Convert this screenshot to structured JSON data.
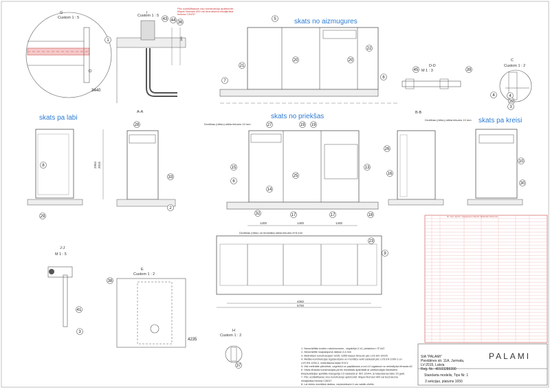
{
  "views": {
    "detail_g": {
      "title": "G",
      "scale": "Custom 1 : 5"
    },
    "detail_i": {
      "title": "I",
      "scale": "Custom 1 : 5",
      "note1": "Pēc uzstādīšanas visu konstrukciju aptebonēt.",
      "note2": "Mapei Nomset 400 vai bezrukuma emaljkrāsa",
      "note3": "betona C30/37"
    },
    "rear": "skats no aizmugures",
    "detail_dd": {
      "title": "D-D",
      "scale": "M 1 : 3"
    },
    "detail_c": {
      "title": "C",
      "scale": "Custom 1 : 2"
    },
    "right": "skats pa labi",
    "section_aa": "A-A",
    "front": "skats no priekšas",
    "front_note": "Drošības (rūtiņu) stikla tekures 10 mm",
    "section_bb": "B-B",
    "bb_note": "Drošības (rūtiņu) stikla tekures 10 mm",
    "left": "skats pa kreisi",
    "plan_note": "Drošības (rūtiņu un temināta) stikla tekures 8+8 mm",
    "detail_jj": {
      "title": "J-J",
      "scale": "M 1 : 5"
    },
    "detail_e": {
      "title": "E",
      "scale": "Custom 1 : 2"
    },
    "detail_h": {
      "title": "H",
      "scale": "Custom 1 : 2"
    }
  },
  "callouts": {
    "c3440": "3440",
    "c4235": "4235"
  },
  "balloons": [
    {
      "n": "1",
      "pos": "g-left"
    },
    {
      "n": "43",
      "pos": "i"
    },
    {
      "n": "44",
      "pos": "i"
    },
    {
      "n": "36",
      "pos": "i"
    },
    {
      "n": "5",
      "pos": "rear"
    },
    {
      "n": "22",
      "pos": "rear"
    },
    {
      "n": "21",
      "pos": "rear"
    },
    {
      "n": "20",
      "pos": "rear"
    },
    {
      "n": "20",
      "pos": "rear"
    },
    {
      "n": "7",
      "pos": "rear"
    },
    {
      "n": "6",
      "pos": "rear"
    },
    {
      "n": "45",
      "pos": "dd"
    },
    {
      "n": "39",
      "pos": "dd"
    },
    {
      "n": "4",
      "pos": "dd"
    },
    {
      "n": "4",
      "pos": "c"
    },
    {
      "n": "39",
      "pos": "c"
    },
    {
      "n": "3",
      "pos": "c"
    },
    {
      "n": "8",
      "pos": "right"
    },
    {
      "n": "29",
      "pos": "right"
    },
    {
      "n": "28",
      "pos": "aa"
    },
    {
      "n": "33",
      "pos": "aa"
    },
    {
      "n": "2",
      "pos": "aa"
    },
    {
      "n": "27",
      "pos": "front"
    },
    {
      "n": "19",
      "pos": "front"
    },
    {
      "n": "19",
      "pos": "front"
    },
    {
      "n": "15",
      "pos": "front"
    },
    {
      "n": "6",
      "pos": "front"
    },
    {
      "n": "26",
      "pos": "front"
    },
    {
      "n": "13",
      "pos": "front"
    },
    {
      "n": "25",
      "pos": "front"
    },
    {
      "n": "14",
      "pos": "front"
    },
    {
      "n": "32",
      "pos": "front"
    },
    {
      "n": "17",
      "pos": "front"
    },
    {
      "n": "17",
      "pos": "front"
    },
    {
      "n": "18",
      "pos": "front"
    },
    {
      "n": "16",
      "pos": "bb"
    },
    {
      "n": "10",
      "pos": "left"
    },
    {
      "n": "30",
      "pos": "left"
    },
    {
      "n": "23",
      "pos": "plan"
    },
    {
      "n": "9",
      "pos": "plan"
    },
    {
      "n": "41",
      "pos": "jj"
    },
    {
      "n": "3",
      "pos": "jj"
    },
    {
      "n": "38",
      "pos": "e"
    },
    {
      "n": "37",
      "pos": "h"
    }
  ],
  "notes": [
    "1. Nenorādītās izmēru robežnovirzes - vispārēja 0-14, pielaidum i IT14/2",
    "2. Nenorādītie noapaļojuma rādiusi 2-4 mm",
    "3. Metinātam konstrukcijam S235, S355 klases tērauds pēc LVS EN 10025",
    "4. Metāla konstrukcijas izgatavošanu un montāžu veikt saskaņā pēc LVS EN 1090-1 un",
    "   LVS EN 1090-2, metināšana klase EXC1",
    "5. Visi metinātie pārvietoti, uzgriežņi un paplāksnes a izcl.LV izgatavot no nerūsējoša tērauda A2",
    "6. Visas tērauda konstrukcijas pirms montāžas apstrādāt ar pretkorozijas līdzekļiem.",
    "   Ekspluatācijas apstākļu kategorija C3 saskaņā ar ISO 12944, ar kalpošanas laiku 15 gadi.",
    "7. Pēc uzstādīšanas visu konstrukciju aptebonēt. Mapei Nomset 400 vai bezrukuma",
    "   emaljkrāsa betona C30/37",
    "8. Lai vieklu montāžai darbus, nepieciešami 4 var vairāk cilvēki."
  ],
  "table": {
    "header": "Nr. Nos. Apzīm. Nosaukums Daudz. Materiāls Piezīmes",
    "rows": 38
  },
  "title_block": {
    "company": "SIA \"PALAMI\"",
    "address1": "Piestātnes str. 11A, Jurmala,",
    "address2": "LV-2015, Latvia",
    "reg": "Reģ. Nr.: 40103286390",
    "title1": "Standarta modelis, Tips Nr. 1",
    "title2": "3 sekcijas, platums 1650",
    "logo": "PALAMI"
  }
}
